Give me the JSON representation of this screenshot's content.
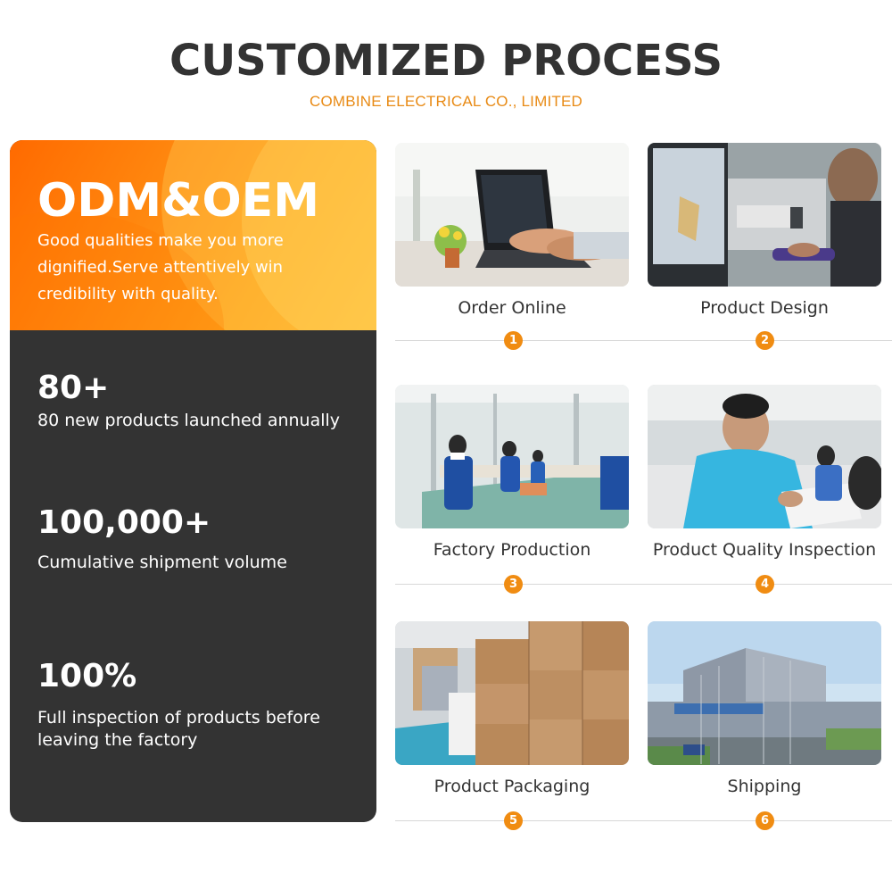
{
  "header": {
    "title": "CUSTOMIZED PROCESS",
    "subtitle": "COMBINE ELECTRICAL CO., LIMITED"
  },
  "left_card": {
    "heading": "ODM&OEM",
    "description": "Good qualities make you more dignified.Serve attentively win credibility with quality.",
    "stats": [
      {
        "value": "80+",
        "label": "80 new products launched annually"
      },
      {
        "value": "100,000+",
        "label": "Cumulative shipment volume"
      },
      {
        "value": "100%",
        "label": "Full inspection of products before leaving the factory"
      }
    ]
  },
  "steps": [
    {
      "number": "1",
      "label": "Order Online",
      "photo": "laptop-typing-photo"
    },
    {
      "number": "2",
      "label": "Product Design",
      "photo": "cad-design-photo"
    },
    {
      "number": "3",
      "label": "Factory Production",
      "photo": "assembly-line-photo"
    },
    {
      "number": "4",
      "label": "Product Quality Inspection",
      "photo": "inspector-writing-photo"
    },
    {
      "number": "5",
      "label": "Product Packaging",
      "photo": "packed-boxes-photo"
    },
    {
      "number": "6",
      "label": "Shipping",
      "photo": "company-building-photo"
    }
  ],
  "colors": {
    "accent": "#f08c12",
    "dark_card": "#333333",
    "title": "#333333",
    "subtitle": "#e88a14"
  }
}
